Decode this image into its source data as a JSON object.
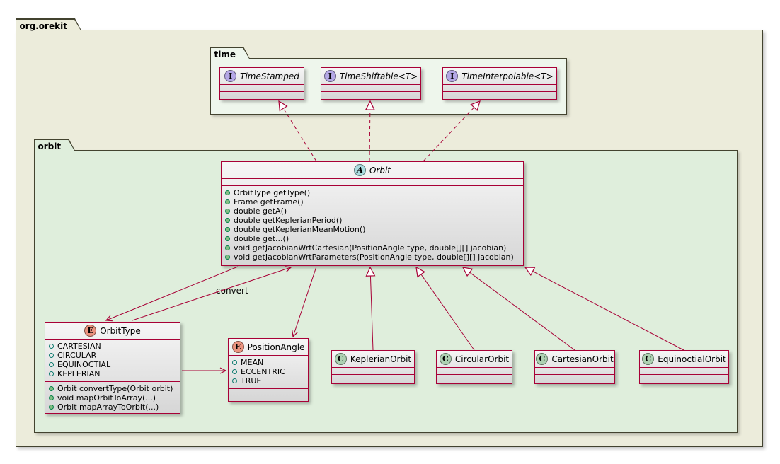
{
  "packages": {
    "root": {
      "label": "org.orekit"
    },
    "time": {
      "label": "time"
    },
    "orbit": {
      "label": "orbit"
    }
  },
  "icons": {
    "interface": "I",
    "abstract": "A",
    "enum": "E",
    "class": "C"
  },
  "interfaces": [
    {
      "name": "TimeStamped"
    },
    {
      "name": "TimeShiftable<T>"
    },
    {
      "name": "TimeInterpolable<T>"
    }
  ],
  "orbit_class": {
    "name": "Orbit",
    "methods": [
      "OrbitType getType()",
      "Frame getFrame()",
      "double getA()",
      "double getKeplerianPeriod()",
      "double getKeplerianMeanMotion()",
      "double get...()",
      "void getJacobianWrtCartesian(PositionAngle type, double[][] jacobian)",
      "void getJacobianWrtParameters(PositionAngle type, double[][] jacobian)"
    ]
  },
  "orbit_type": {
    "name": "OrbitType",
    "constants": [
      "CARTESIAN",
      "CIRCULAR",
      "EQUINOCTIAL",
      "KEPLERIAN"
    ],
    "methods": [
      "Orbit convertType(Orbit orbit)",
      "void mapOrbitToArray(...)",
      "Orbit mapArrayToOrbit(...)"
    ]
  },
  "position_angle": {
    "name": "PositionAngle",
    "constants": [
      "MEAN",
      "ECCENTRIC",
      "TRUE"
    ]
  },
  "subclasses": [
    {
      "name": "KeplerianOrbit"
    },
    {
      "name": "CircularOrbit"
    },
    {
      "name": "CartesianOrbit"
    },
    {
      "name": "EquinoctialOrbit"
    }
  ],
  "edge_labels": {
    "convert": "convert"
  },
  "colors": {
    "edge": "#A80036",
    "package_border": "#43432f",
    "package_root_fill": "#ECECDB",
    "package_time_fill": "#EEF6EC",
    "package_orbit_fill": "#DFEEDC",
    "interface_icon": "#B4A7E5",
    "abstract_icon": "#A9DCDF",
    "enum_icon": "#EB937F",
    "class_icon": "#ADD1B2",
    "method_icon": "#84BE84",
    "field_icon": "#0b7a6e"
  }
}
